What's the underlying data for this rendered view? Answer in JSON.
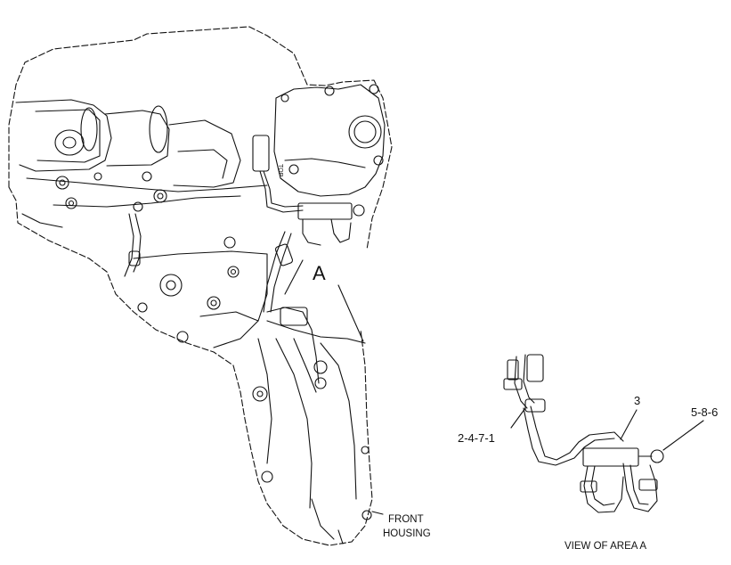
{
  "diagram": {
    "stroke_color": "#111111",
    "background": "#ffffff",
    "labels": {
      "area_marker": "A",
      "callout_harness": "2-4-7-1",
      "callout_tube": "3",
      "callout_bolt": "5-8-6",
      "front_housing_line1": "FRONT",
      "front_housing_line2": "HOUSING",
      "view_caption": "VIEW OF AREA  A",
      "engine_tag": "TOP"
    }
  }
}
